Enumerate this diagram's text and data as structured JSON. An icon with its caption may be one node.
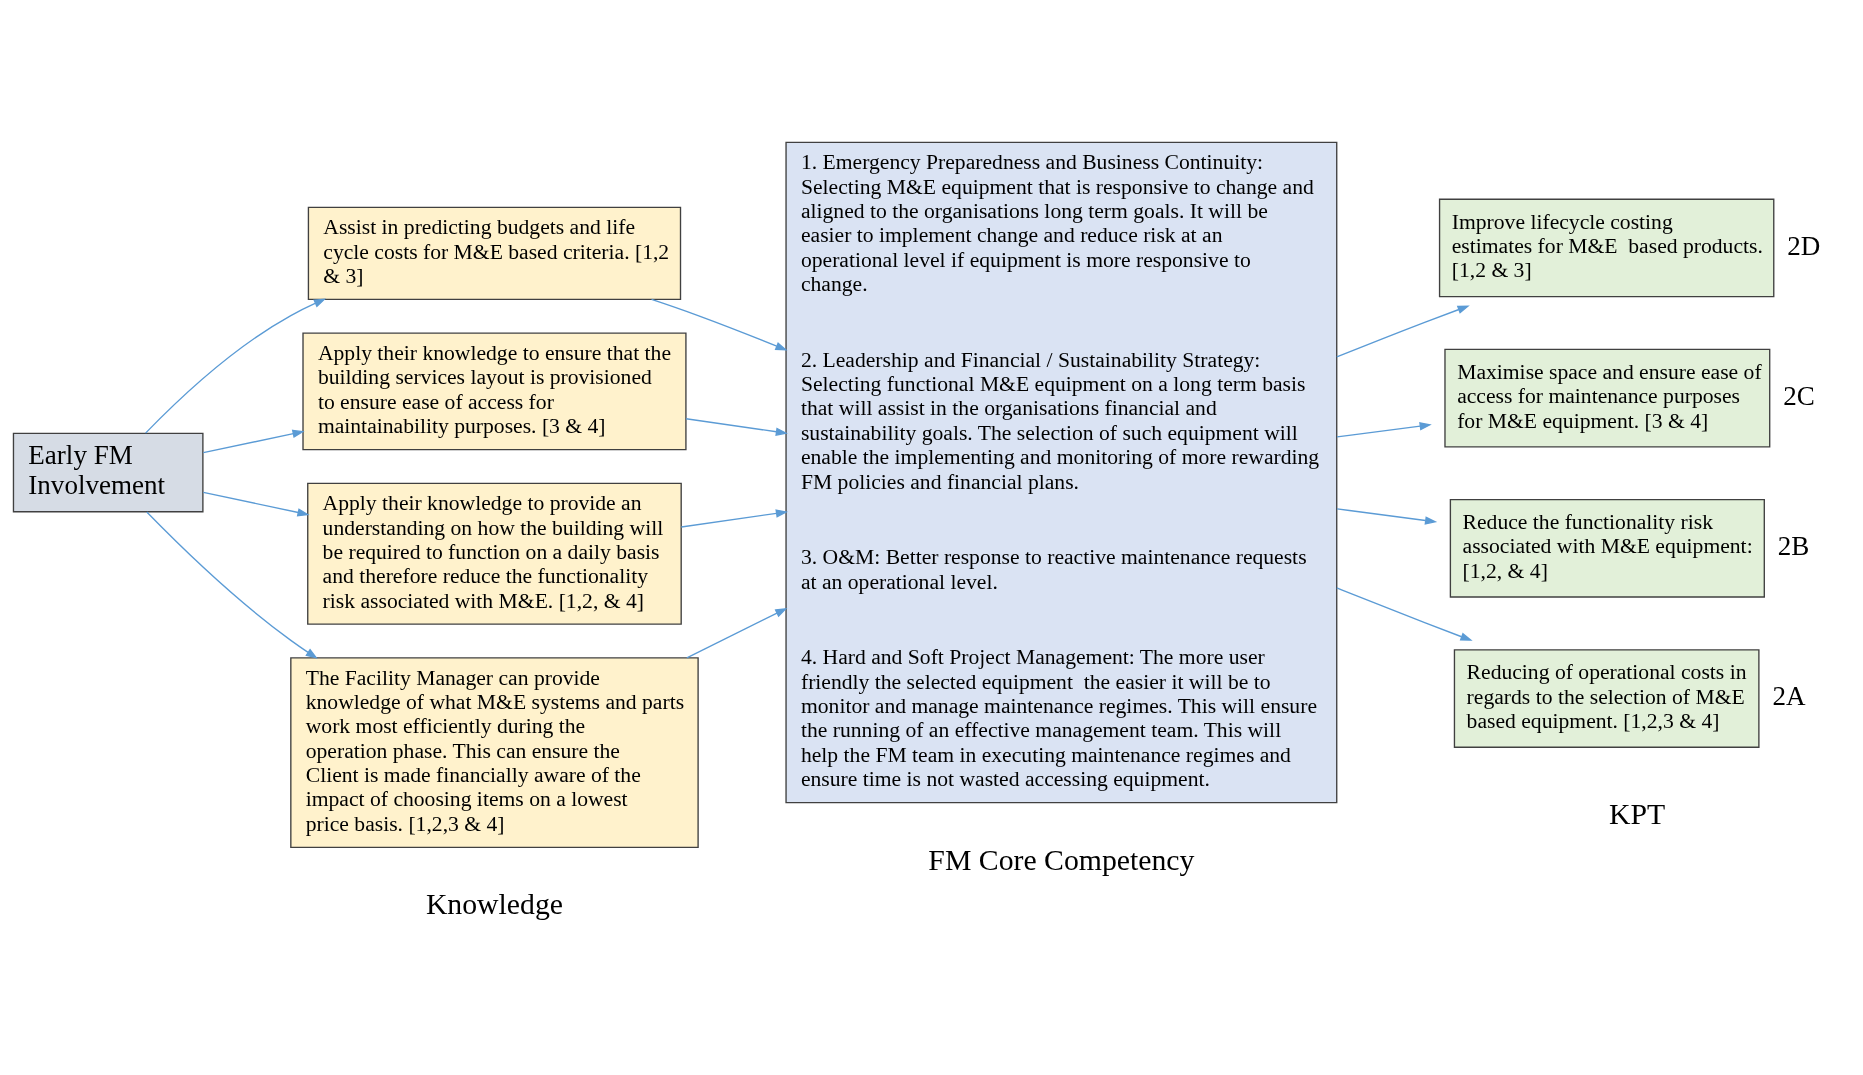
{
  "diagram": {
    "nodes": [
      {
        "text": [
          "Early FM Involvement"
        ]
      },
      {
        "text": [
          "The Facility Manager can provide knowledge of what M&E systems and parts work most efficiently during the operation phase. This can ensure the Client is made financially aware of the impact of choosing items on a lowest price basis. [1,2,3 & 4]"
        ]
      },
      {
        "text": [
          "Apply their knowledge to provide an understanding on how the building will be required to function on a daily basis and therefore reduce the functionality risk associated with M&E. [1,2, & 4]"
        ]
      },
      {
        "text": [
          "Apply their knowledge to ensure that the building services layout is provisioned to ensure ease of access for maintainability purposes. [3 & 4]"
        ]
      },
      {
        "text": [
          "Assist in predicting budgets and life cycle costs for M&E based criteria. [1,2 & 3]"
        ]
      },
      {
        "text": [
          "1. Emergency Preparedness and Business Continuity: Selecting M&E equipment that is responsive to change and aligned to the organisations long term goals. It will be easier to implement change and reduce risk at an operational level if equipment is more responsive to change.",
          "2. Leadership and Financial / Sustainability Strategy: Selecting functional M&E equipment on a long term basis that will assist in the organisations financial and sustainability goals. The selection of such equipment will enable the implementing and monitoring of more rewarding FM policies and financial plans.",
          "3. O&M: Better response to reactive maintenance requests at an operational level.",
          "4. Hard and Soft Project Management: The more user friendly the selected equipment  the easier it will be to monitor and manage maintenance regimes. This will ensure the running of an effective management team. This will help the FM team in executing maintenance regimes and ensure time is not wasted accessing equipment."
        ]
      },
      {
        "text": [
          "Reducing of operational costs in regards to the selection of M&E based equipment. [1,2,3 & 4]"
        ],
        "beside": [
          "2A"
        ]
      },
      {
        "text": [
          "Reduce the functionality risk associated with M&E equipment: [1,2, & 4]"
        ],
        "beside": [
          "2B"
        ]
      },
      {
        "text": [
          "Maximise space and ensure ease of access for maintenance purposes for M&E equipment. [3 & 4]"
        ],
        "beside": [
          "2C"
        ]
      },
      {
        "text": [
          "Improve lifecycle costing estimates for M&E  based products. [1,2 & 3]"
        ],
        "beside": [
          "2D"
        ]
      }
    ],
    "edges": [
      {
        "from": 0,
        "to": 1,
        "arrow": "to"
      },
      {
        "from": 0,
        "to": 2,
        "arrow": "to"
      },
      {
        "from": 0,
        "to": 3,
        "arrow": "to"
      },
      {
        "from": 0,
        "to": 4,
        "arrow": "to"
      },
      {
        "from": 1,
        "to": 5,
        "arrow": "to"
      },
      {
        "from": 2,
        "to": 5,
        "arrow": "to"
      },
      {
        "from": 3,
        "to": 5,
        "arrow": "to"
      },
      {
        "from": 4,
        "to": 5,
        "arrow": "to"
      },
      {
        "from": 5,
        "to": 6,
        "arrow": "to"
      },
      {
        "from": 5,
        "to": 7,
        "arrow": "to"
      },
      {
        "from": 5,
        "to": 8,
        "arrow": "to"
      },
      {
        "from": 5,
        "to": 9,
        "arrow": "to"
      }
    ],
    "labels": [
      "Knowledge",
      "FM Core Competency",
      "KPT"
    ]
  }
}
